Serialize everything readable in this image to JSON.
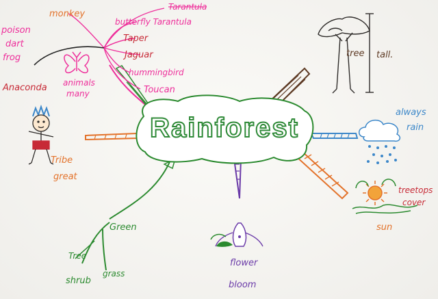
{
  "central": {
    "title": "Rainforest"
  },
  "animals": {
    "label_line1": "animals",
    "label_line2": "many",
    "items": [
      "Tarantula",
      "butterfly Tarantula",
      "Taper",
      "Jaguar",
      "hummingbird",
      "Toucan",
      "monkey",
      "poison",
      "dart",
      "frog",
      "Anaconda"
    ],
    "strike": "Tarantula"
  },
  "tree": {
    "label": "tree",
    "tall": "tall."
  },
  "weather": {
    "label_line1": "always",
    "label_line2": "rain"
  },
  "sun": {
    "label": "sun",
    "treetops_line1": "treetops",
    "treetops_line2": "cover"
  },
  "flower": {
    "label": "flower",
    "sub": "bloom"
  },
  "green": {
    "label": "Green",
    "tree": "Tree",
    "shrub": "shrub",
    "grass": "grass"
  },
  "tribe": {
    "label_line1": "Tribe",
    "label_line2": "great"
  },
  "colors": {
    "animals": "#ee2f9b",
    "orange": "#e3722a",
    "red": "#c72a36",
    "green": "#2b8a2f",
    "blue": "#3c87c9",
    "purple": "#6a3aa8",
    "brown": "#5d3a24"
  }
}
